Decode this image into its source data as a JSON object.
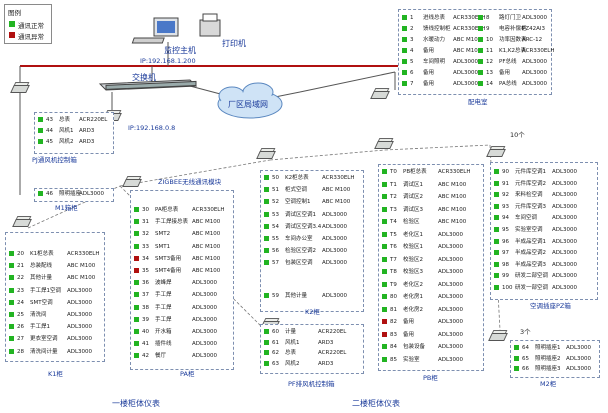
{
  "legend": {
    "title": "图例",
    "normal": "通讯正常",
    "abnormal": "通讯异常",
    "normal_color": "#22b422",
    "abnormal_color": "#b01010"
  },
  "host": {
    "title": "监控主机",
    "ip": "IP:192.168.1.200"
  },
  "printer": "打印机",
  "switch_label": "交换机",
  "switch_ip": "IP:192.168.0.8",
  "lan": "厂区局域网",
  "zigbee": "ZIGBEE无线通讯模块",
  "count10": "10个",
  "count3": "3个",
  "footer": {
    "left": "一楼柜体仪表",
    "right": "二楼柜体仪表"
  },
  "panels": {
    "pdroom": {
      "title": "配电室",
      "rows": [
        {
          "n": "1",
          "name": "进线总表",
          "model": "ACR330ELH",
          "s": "ok"
        },
        {
          "n": "2",
          "name": "馈线控制柜",
          "model": "ACR330ELH",
          "s": "ok"
        },
        {
          "n": "3",
          "name": "水暖动力",
          "model": "ABC M100",
          "s": "ok"
        },
        {
          "n": "4",
          "name": "备用",
          "model": "ABC M100",
          "s": "ok"
        },
        {
          "n": "5",
          "name": "车间照明",
          "model": "ADL3000",
          "s": "ok"
        },
        {
          "n": "6",
          "name": "备用",
          "model": "ADL3000",
          "s": "ok"
        },
        {
          "n": "7",
          "name": "备用",
          "model": "ADL3000",
          "s": "ok"
        },
        {
          "n": "8",
          "name": "路灯门卫",
          "model": "ADL3000",
          "s": "ok"
        },
        {
          "n": "9",
          "name": "电容补偿柜",
          "model": "PZ42AI3",
          "s": "ok"
        },
        {
          "n": "10",
          "name": "功率因数表",
          "model": "ARC-12",
          "s": "ok"
        },
        {
          "n": "11",
          "name": "K1,K2总表",
          "model": "ACR330ELH",
          "s": "ok"
        },
        {
          "n": "12",
          "name": "PF总线",
          "model": "ADL3000",
          "s": "ok"
        },
        {
          "n": "13",
          "name": "备用",
          "model": "ADL3000",
          "s": "ok"
        },
        {
          "n": "14",
          "name": "PA总线",
          "model": "ADL3000",
          "s": "ok"
        }
      ]
    },
    "pj": {
      "title": "PJ通风机控制箱",
      "rows": [
        {
          "n": "43",
          "name": "总表",
          "model": "ACR220EL",
          "s": "ok"
        },
        {
          "n": "44",
          "name": "风机1",
          "model": "ARD3",
          "s": "ok"
        },
        {
          "n": "45",
          "name": "风机2",
          "model": "ARD3",
          "s": "ok"
        }
      ]
    },
    "m1": {
      "title": "M1箱柜",
      "rows": [
        {
          "n": "46",
          "name": "照明插座",
          "model": "ADL3000",
          "s": "ok"
        }
      ]
    },
    "k1": {
      "title": "K1柜",
      "rows": [
        {
          "n": "20",
          "name": "K1柜总表",
          "model": "ACR330ELH",
          "s": "ok"
        },
        {
          "n": "21",
          "name": "总装配线",
          "model": "ABC M100",
          "s": "ok"
        },
        {
          "n": "22",
          "name": "其他计量",
          "model": "ABC M100",
          "s": "ok"
        },
        {
          "n": "23",
          "name": "手工焊1空调",
          "model": "ADL3000",
          "s": "ok"
        },
        {
          "n": "24",
          "name": "SMT空调",
          "model": "ADL3000",
          "s": "ok"
        },
        {
          "n": "25",
          "name": "清洗间",
          "model": "ADL3000",
          "s": "ok"
        },
        {
          "n": "26",
          "name": "手工焊1",
          "model": "ADL3000",
          "s": "ok"
        },
        {
          "n": "27",
          "name": "更衣室空调",
          "model": "ADL3000",
          "s": "ok"
        },
        {
          "n": "28",
          "name": "清洗间计量",
          "model": "ADL3000",
          "s": "ok"
        }
      ]
    },
    "pa": {
      "title": "PA柜",
      "rows": [
        {
          "n": "30",
          "name": "PA柜总表",
          "model": "ACR330ELH",
          "s": "ok"
        },
        {
          "n": "31",
          "name": "手工焊接总表",
          "model": "ABC M100",
          "s": "ok"
        },
        {
          "n": "32",
          "name": "SMT2",
          "model": "ABC M100",
          "s": "ok"
        },
        {
          "n": "33",
          "name": "SMT1",
          "model": "ABC M100",
          "s": "ok"
        },
        {
          "n": "34",
          "name": "SMT3备用",
          "model": "ABC M100",
          "s": "bad"
        },
        {
          "n": "35",
          "name": "SMT4备用",
          "model": "ABC M100",
          "s": "bad"
        },
        {
          "n": "36",
          "name": "波峰焊",
          "model": "ADL3000",
          "s": "ok"
        },
        {
          "n": "37",
          "name": "手工焊",
          "model": "ADL3000",
          "s": "ok"
        },
        {
          "n": "38",
          "name": "手工焊",
          "model": "ADL3000",
          "s": "ok"
        },
        {
          "n": "39",
          "name": "手工焊",
          "model": "ADL3000",
          "s": "ok"
        },
        {
          "n": "40",
          "name": "开水箱",
          "model": "ADL3000",
          "s": "ok"
        },
        {
          "n": "41",
          "name": "插件线",
          "model": "ADL3000",
          "s": "ok"
        },
        {
          "n": "42",
          "name": "餐厅",
          "model": "ADL3000",
          "s": "ok"
        }
      ]
    },
    "k2": {
      "title": "K2柜",
      "rows": [
        {
          "n": "50",
          "name": "K2柜总表",
          "model": "ACR330ELH",
          "s": "ok"
        },
        {
          "n": "51",
          "name": "柜式空调",
          "model": "ABC M100",
          "s": "ok"
        },
        {
          "n": "52",
          "name": "空调控制1",
          "model": "ABC M100",
          "s": "ok"
        },
        {
          "n": "53",
          "name": "调试区空调1",
          "model": "ADL3000",
          "s": "ok"
        },
        {
          "n": "54",
          "name": "调试区空调3.4",
          "model": "ADL3000",
          "s": "ok"
        },
        {
          "n": "55",
          "name": "车间办公室",
          "model": "ADL3000",
          "s": "ok"
        },
        {
          "n": "56",
          "name": "检验区空调2",
          "model": "ADL3000",
          "s": "ok"
        },
        {
          "n": "57",
          "name": "包装区空调",
          "model": "ADL3000",
          "s": "ok"
        },
        {
          "n": "59",
          "name": "其他计量",
          "model": "ADL3000",
          "s": "ok"
        }
      ]
    },
    "pf": {
      "title": "PF排风机控制箱",
      "rows": [
        {
          "n": "60",
          "name": "计量",
          "model": "ACR220EL",
          "s": "ok"
        },
        {
          "n": "61",
          "name": "风机1",
          "model": "ARD3",
          "s": "ok"
        },
        {
          "n": "62",
          "name": "总表",
          "model": "ACR220EL",
          "s": "ok"
        },
        {
          "n": "63",
          "name": "风机2",
          "model": "ARD3",
          "s": "ok"
        }
      ]
    },
    "pb": {
      "title": "PB柜",
      "rows": [
        {
          "n": "T0",
          "name": "PB柜总表",
          "model": "ACR330ELH",
          "s": "ok"
        },
        {
          "n": "T1",
          "name": "调试区1",
          "model": "ABC M100",
          "s": "ok"
        },
        {
          "n": "T2",
          "name": "调试区2",
          "model": "ABC M100",
          "s": "ok"
        },
        {
          "n": "T3",
          "name": "调试区3",
          "model": "ABC M100",
          "s": "ok"
        },
        {
          "n": "T4",
          "name": "检验区",
          "model": "ABC M100",
          "s": "ok"
        },
        {
          "n": "T5",
          "name": "老化区1",
          "model": "ADL3000",
          "s": "ok"
        },
        {
          "n": "T6",
          "name": "校验区1",
          "model": "ADL3000",
          "s": "ok"
        },
        {
          "n": "T7",
          "name": "校验区2",
          "model": "ADL3000",
          "s": "ok"
        },
        {
          "n": "T8",
          "name": "校验区3",
          "model": "ADL3000",
          "s": "ok"
        },
        {
          "n": "T9",
          "name": "老化区2",
          "model": "ADL3000",
          "s": "ok"
        },
        {
          "n": "80",
          "name": "老化房1",
          "model": "ADL3000",
          "s": "ok"
        },
        {
          "n": "81",
          "name": "老化房2",
          "model": "ADL3000",
          "s": "ok"
        },
        {
          "n": "82",
          "name": "备用",
          "model": "ADL3000",
          "s": "bad"
        },
        {
          "n": "83",
          "name": "备用",
          "model": "ADL3000",
          "s": "bad"
        },
        {
          "n": "84",
          "name": "包装设备",
          "model": "ADL3000",
          "s": "ok"
        },
        {
          "n": "85",
          "name": "实验室",
          "model": "ADL3000",
          "s": "ok"
        }
      ]
    },
    "pz": {
      "title": "空调插座PZ箱",
      "rows": [
        {
          "n": "90",
          "name": "元件库空调1",
          "model": "ADL3000",
          "s": "ok"
        },
        {
          "n": "91",
          "name": "元件库空调2",
          "model": "ADL3000",
          "s": "ok"
        },
        {
          "n": "92",
          "name": "来料检空调",
          "model": "ADL3000",
          "s": "ok"
        },
        {
          "n": "93",
          "name": "元件库空调3",
          "model": "ADL3000",
          "s": "ok"
        },
        {
          "n": "94",
          "name": "车间空调",
          "model": "ADL3000",
          "s": "ok"
        },
        {
          "n": "95",
          "name": "实验室空调",
          "model": "ADL3000",
          "s": "ok"
        },
        {
          "n": "96",
          "name": "半成品空调1",
          "model": "ADL3000",
          "s": "ok"
        },
        {
          "n": "97",
          "name": "半成品空调2",
          "model": "ADL3000",
          "s": "ok"
        },
        {
          "n": "98",
          "name": "半成品空调3",
          "model": "ADL3000",
          "s": "ok"
        },
        {
          "n": "99",
          "name": "研发二部空调",
          "model": "ADL3000",
          "s": "ok"
        },
        {
          "n": "100",
          "name": "研发一部空调",
          "model": "ADL3000",
          "s": "ok"
        }
      ]
    },
    "m2": {
      "title": "M2柜",
      "rows": [
        {
          "n": "64",
          "name": "照明插座1",
          "model": "ADL3000",
          "s": "ok"
        },
        {
          "n": "65",
          "name": "照明插座2",
          "model": "ADL3000",
          "s": "ok"
        },
        {
          "n": "66",
          "name": "照明插座3",
          "model": "ADL3000",
          "s": "ok"
        }
      ]
    }
  }
}
